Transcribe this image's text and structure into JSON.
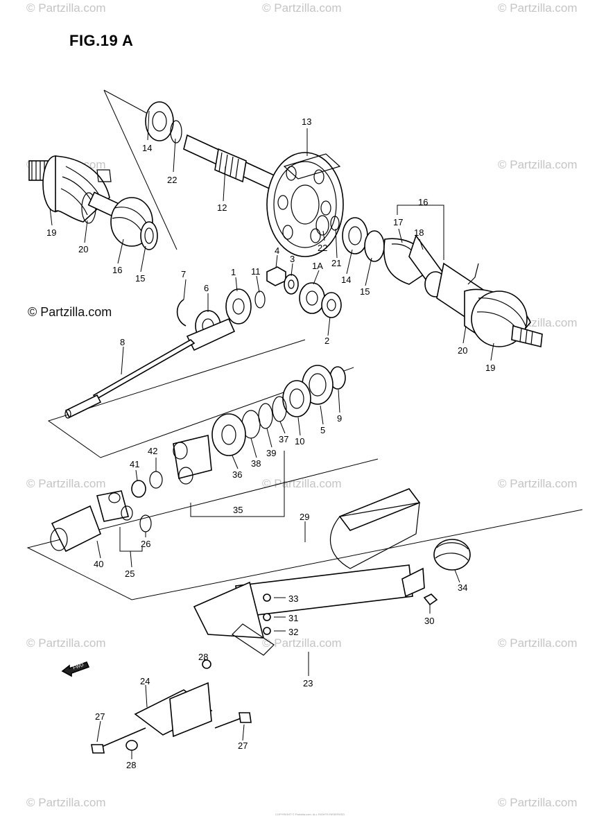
{
  "figure_title": "FIG.19 A",
  "watermark_text": "© Partzilla.com",
  "footer_text": "COPYRIGHT © Partzilla.com. ALL RIGHTS RESERVED",
  "callouts": {
    "c1": "1",
    "c1a": "1A",
    "c2": "2",
    "c3": "3",
    "c4": "4",
    "c5": "5",
    "c6": "6",
    "c7": "7",
    "c8": "8",
    "c9": "9",
    "c10": "10",
    "c11": "11",
    "c12": "12",
    "c13": "13",
    "c14a": "14",
    "c14b": "14",
    "c15a": "15",
    "c15b": "15",
    "c16a": "16",
    "c16b": "16",
    "c17": "17",
    "c18": "18",
    "c19a": "19",
    "c19b": "19",
    "c20a": "20",
    "c20b": "20",
    "c21": "21",
    "c22a": "22",
    "c22b": "22",
    "c23": "23",
    "c24": "24",
    "c25": "25",
    "c26": "26",
    "c27a": "27",
    "c27b": "27",
    "c28a": "28",
    "c28b": "28",
    "c29": "29",
    "c30": "30",
    "c31": "31",
    "c32": "32",
    "c33": "33",
    "c34": "34",
    "c35": "35",
    "c36": "36",
    "c37": "37",
    "c38": "38",
    "c39": "39",
    "c40": "40",
    "c41": "41",
    "c42": "42"
  },
  "fwd_label": "FWD"
}
